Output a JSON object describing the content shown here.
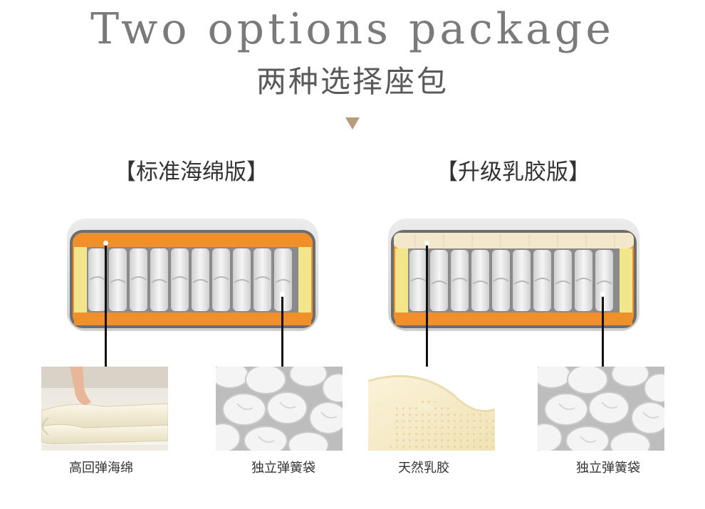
{
  "header": {
    "title_en": "Two options package",
    "title_zh": "两种选择座包"
  },
  "versions": [
    {
      "label": "【标准海绵版】",
      "top_layer": "sponge",
      "top_layer_color": "#f0902a",
      "callouts": [
        {
          "caption": "高回弹海绵",
          "image": "foam-roll-photo"
        },
        {
          "caption": "独立弹簧袋",
          "image": "pocket-spring-photo"
        }
      ]
    },
    {
      "label": "【升级乳胶版】",
      "top_layer": "latex",
      "top_layer_color": "#f4e8cc",
      "callouts": [
        {
          "caption": "天然乳胶",
          "image": "latex-closeup-photo"
        },
        {
          "caption": "独立弹簧袋",
          "image": "pocket-spring-photo"
        }
      ]
    }
  ],
  "colors": {
    "title_en": "#7a7a7a",
    "title_zh": "#595959",
    "arrow": "#b99a7a",
    "fabric": "#d8d8d8",
    "side_foam": "#f3e58a",
    "bottom_foam": "#f0902a",
    "spring_sleeve": "#e9e9e9"
  }
}
